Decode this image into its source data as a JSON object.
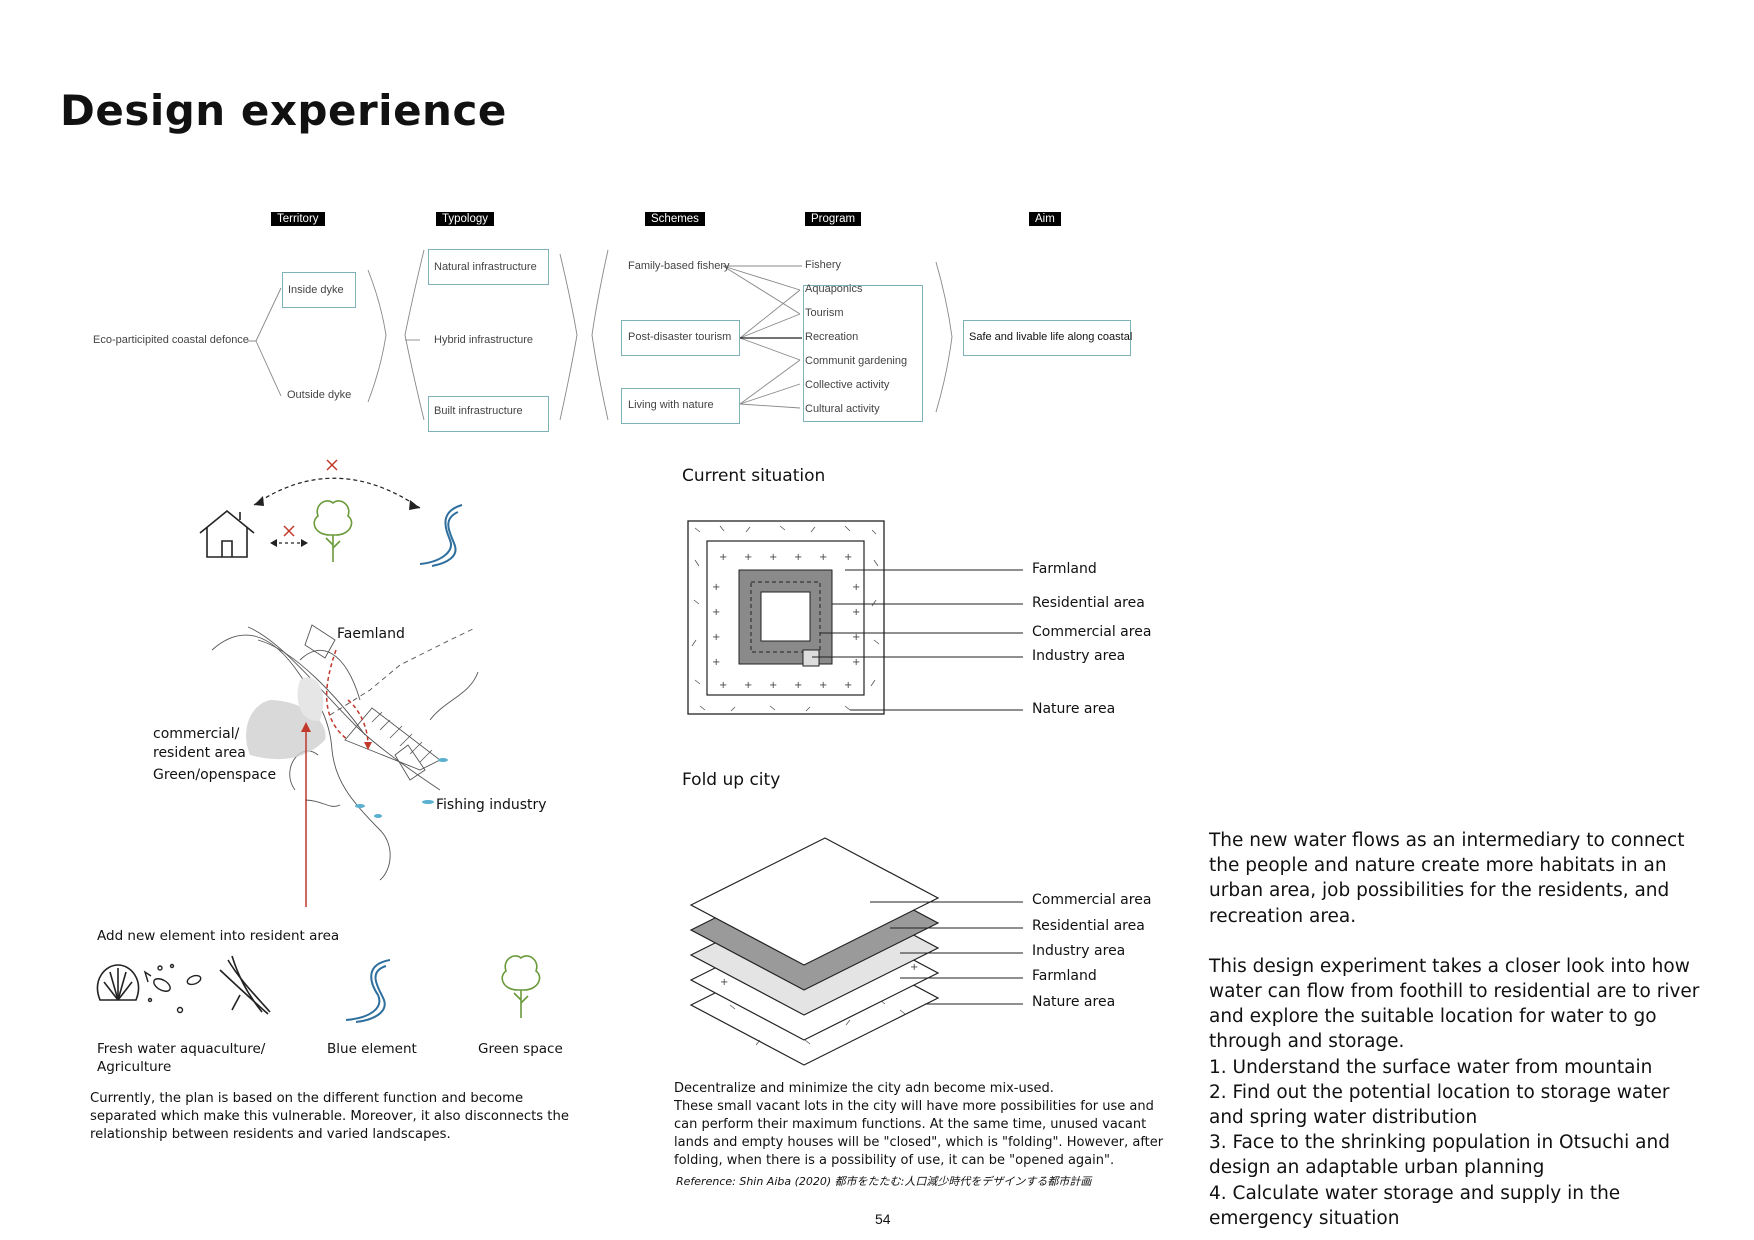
{
  "title": "Design experience",
  "flow": {
    "headers": [
      "Territory",
      "Typology",
      "Schemes",
      "Program",
      "Aim"
    ],
    "root": "Eco-participited coastal defonce",
    "territory": [
      "Inside dyke",
      "Outside dyke"
    ],
    "typology": [
      "Natural infrastructure",
      "Hybrid infrastructure",
      "Built infrastructure"
    ],
    "schemes": [
      "Family-based fishery",
      "Post-disaster tourism",
      "Living with nature"
    ],
    "program": [
      "Fishery",
      "Aquaponics",
      "Tourism",
      "Recreation",
      "Communit gardening",
      "Collective activity",
      "Cultural activity"
    ],
    "aim": "Safe and livable life along coastal"
  },
  "sketch": {
    "faemland": "Faemland",
    "commercial": "commercial/",
    "resident": "resident area",
    "green": "Green/openspace",
    "fishing": "Fishing industry"
  },
  "elements": {
    "heading": "Add new element into resident area",
    "aqua": "Fresh water aquaculture/",
    "agri": "Agriculture",
    "blue": "Blue element",
    "green": "Green space"
  },
  "left_caption": "Currently, the plan is based on the different function and become separated which make this vulnerable. Moreover, it also disconnects the relationship between residents and varied landscapes.",
  "current": {
    "title": "Current situation",
    "labels": [
      "Farmland",
      "Residential area",
      "Commercial area",
      "Industry area",
      "Nature area"
    ]
  },
  "fold": {
    "title": "Fold up city",
    "labels": [
      "Commercial area",
      "Residential area",
      "Industry area",
      "Farmland",
      "Nature area"
    ],
    "caption_1": "Decentralize and minimize the city adn become mix-used.",
    "caption_2": "These small vacant lots in the city will have more possibilities for use and can perform their maximum functions. At the same time, unused vacant lands and empty houses will be \"closed\", which is \"folding\". However, after folding, when there is a possibility of use, it can be \"opened again\".",
    "reference": "Reference:  Shin Aiba (2020) 都市をたたむ:人口減少時代をデザインする都市計画"
  },
  "right_text": {
    "p1": "The new water flows as an intermediary to connect the people and nature create more habitats in an urban area, job possibilities for the residents, and recreation area.",
    "p2": "This design experiment takes a closer look into how water can flow from foothill to residential are to river and explore the suitable location for water to go through and storage.",
    "items": [
      "1. Understand the surface water from mountain",
      "2. Find out the potential location to storage water and spring water distribution",
      "3. Face to the shrinking population in Otsuchi and design an adaptable urban planning",
      "4. Calculate water storage and supply in the emergency situation"
    ]
  },
  "page_number": "54",
  "colors": {
    "box": "#7fb2b7",
    "red": "#c0392b",
    "blue": "#2e6f9e",
    "green": "#6a9a3a"
  }
}
